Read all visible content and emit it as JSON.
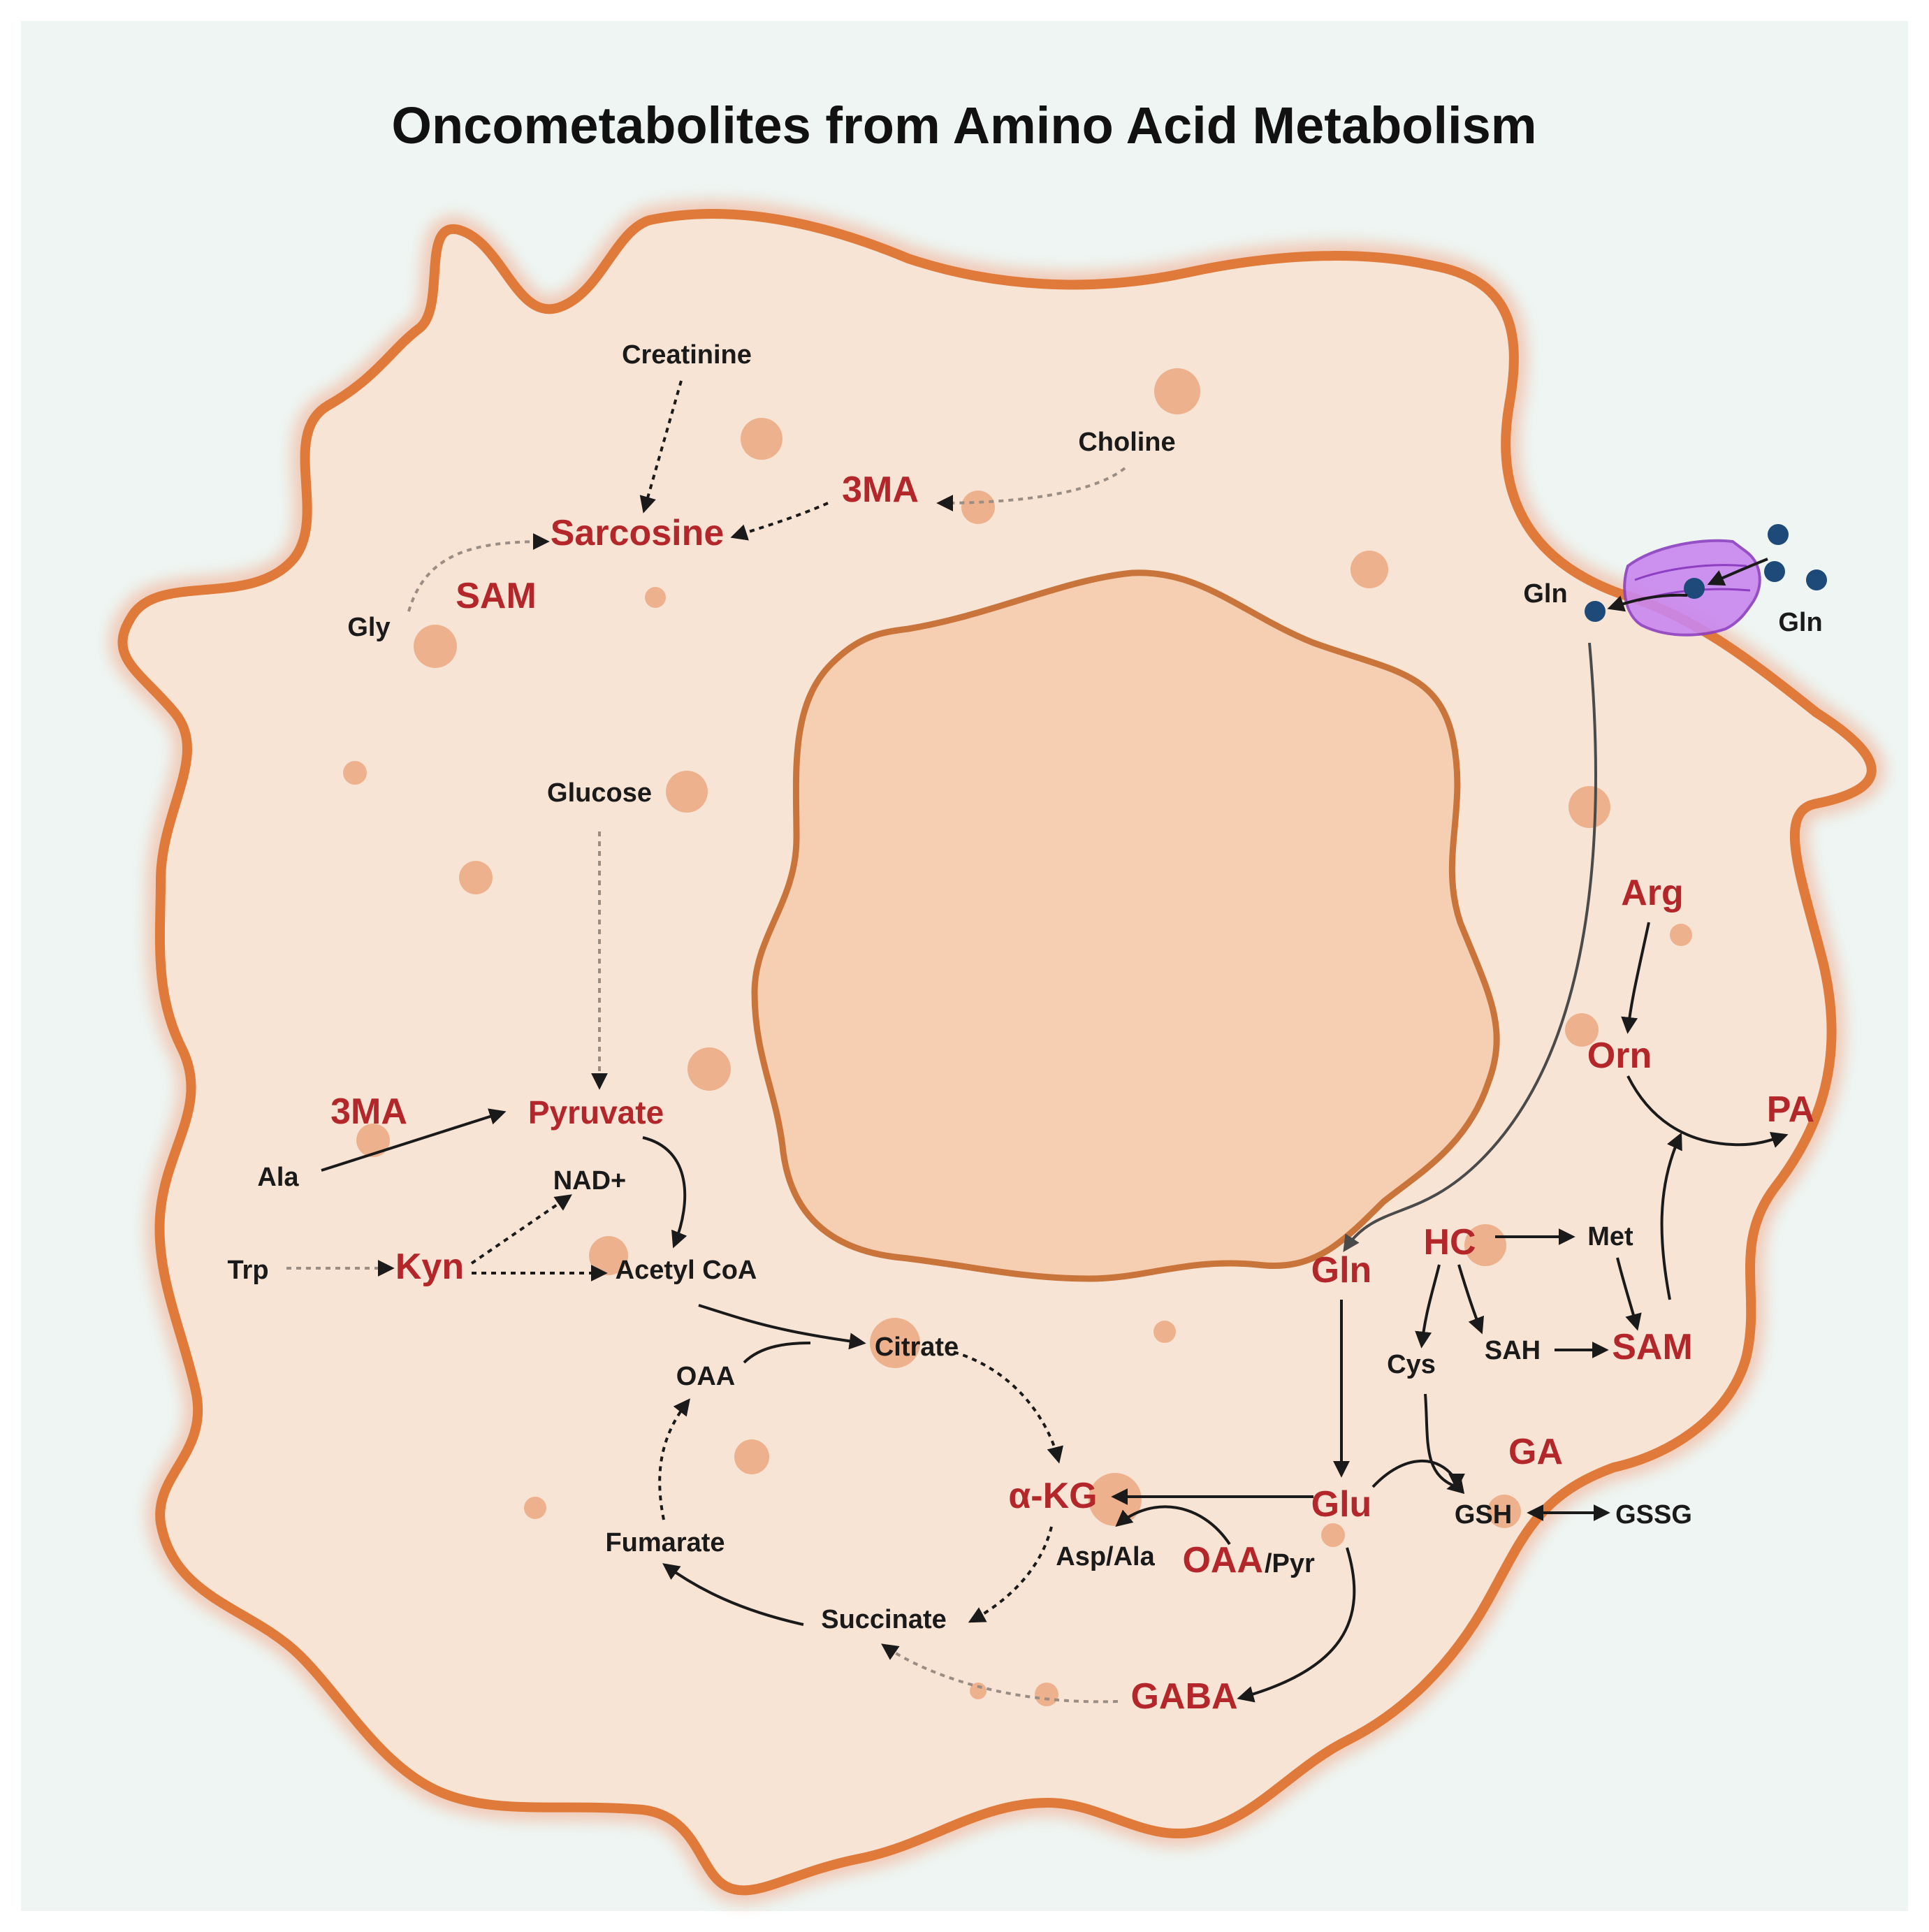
{
  "title": "Oncometabolites from Amino Acid Metabolism",
  "colors": {
    "background": "#eef5f2",
    "cell_fill": "#f8e4d5",
    "cell_border": "#e07a3a",
    "nucleus_fill": "#f6cfb2",
    "nucleus_border": "#c9743a",
    "oncometabolite": "#b3262a",
    "metabolite": "#1a1a1a",
    "transporter": "#b06ae0",
    "glutamine_molecule": "#1e4a7a"
  },
  "icons": {
    "transporter": "membrane-transporter-icon",
    "molecule": "glutamine-molecule-icon"
  },
  "oncometabolites": {
    "sarcosine": "Sarcosine",
    "mma_top": "3MA",
    "sam_top": "SAM",
    "mma_left": "3MA",
    "pyruvate": "Pyruvate",
    "kyn": "Kyn",
    "arg": "Arg",
    "orn": "Orn",
    "pa": "PA",
    "hc": "HC",
    "sam_right": "SAM",
    "gln_inner": "Gln",
    "glu": "Glu",
    "ga": "GA",
    "akg": "α-KG",
    "oaa_red": "OAA",
    "gaba": "GABA"
  },
  "metabolites": {
    "creatinine": "Creatinine",
    "choline": "Choline",
    "gly": "Gly",
    "glucose": "Glucose",
    "ala": "Ala",
    "nad": "NAD+",
    "trp": "Trp",
    "acetyl_coa": "Acetyl CoA",
    "citrate": "Citrate",
    "oaa": "OAA",
    "fumarate": "Fumarate",
    "succinate": "Succinate",
    "asp_ala": "Asp/Ala",
    "pyr_suffix": "/Pyr",
    "met": "Met",
    "cys": "Cys",
    "sah": "SAH",
    "gsh": "GSH",
    "gssg": "GSSG",
    "gln_in": "Gln",
    "gln_out": "Gln"
  }
}
